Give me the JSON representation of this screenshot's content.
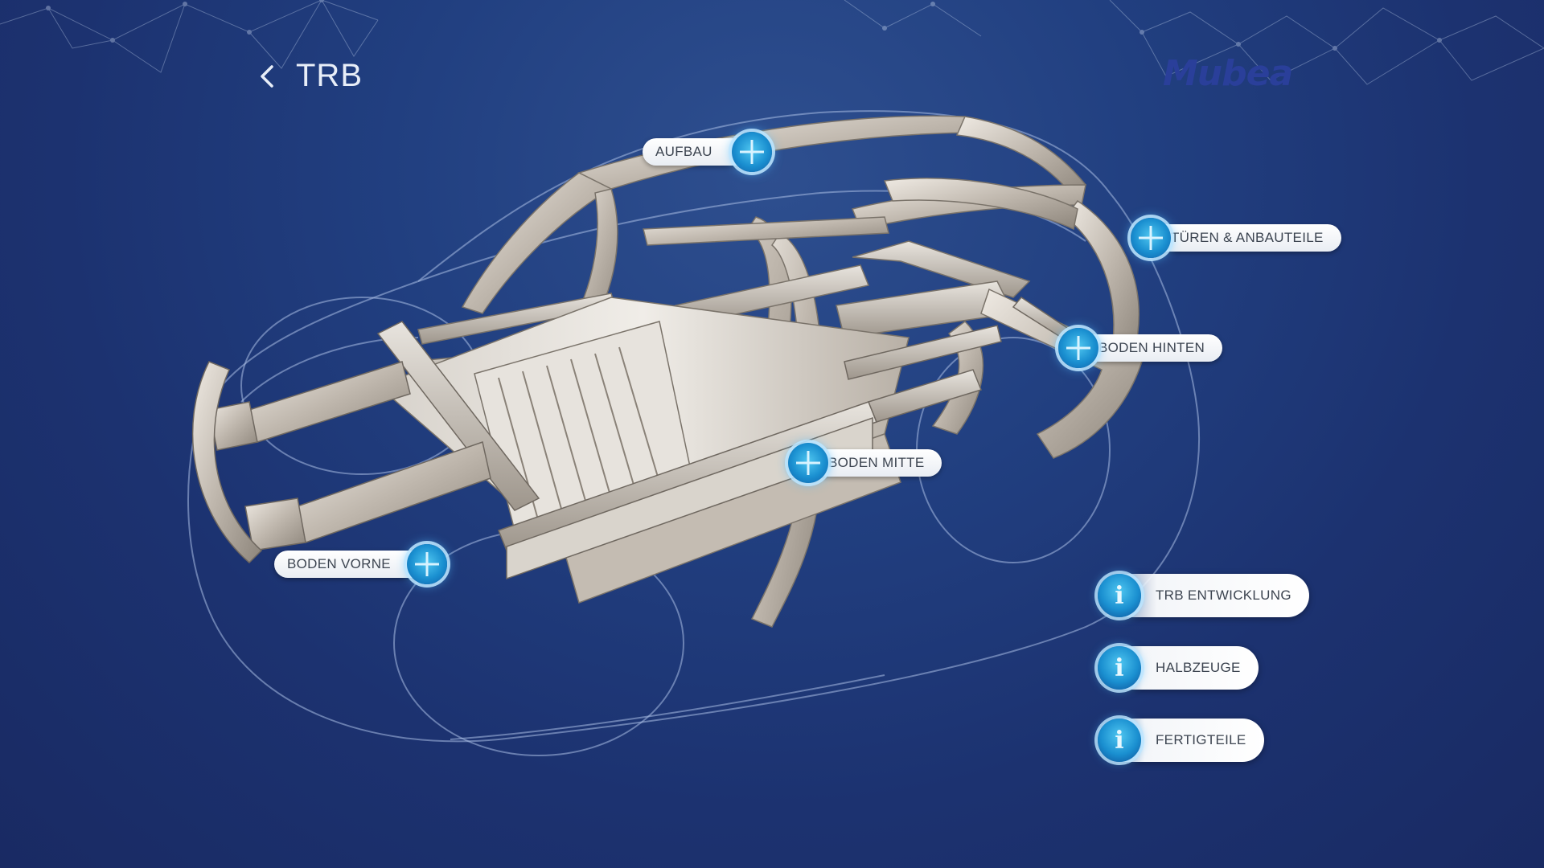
{
  "header": {
    "title": "TRB",
    "back_icon": "chevron-left-icon",
    "logo_text": "Mubea"
  },
  "hotspots": [
    {
      "id": "aufbau",
      "label": "AUFBAU"
    },
    {
      "id": "tueren",
      "label": "TÜREN & ANBAUTEILE"
    },
    {
      "id": "boden-hinten",
      "label": "BODEN HINTEN"
    },
    {
      "id": "boden-mitte",
      "label": "BODEN MITTE"
    },
    {
      "id": "boden-vorne",
      "label": "BODEN VORNE"
    }
  ],
  "info_buttons": [
    {
      "id": "trb-entwicklung",
      "label": "TRB ENTWICKLUNG",
      "icon": "info-icon"
    },
    {
      "id": "halbzeuge",
      "label": "HALBZEUGE",
      "icon": "info-icon"
    },
    {
      "id": "fertigteile",
      "label": "FERTIGTEILE",
      "icon": "info-icon"
    }
  ],
  "colors": {
    "background_top": "#2e4f8f",
    "background_bottom": "#192a63",
    "accent": "#1a8fd0",
    "logo": "#2a3f9a"
  }
}
